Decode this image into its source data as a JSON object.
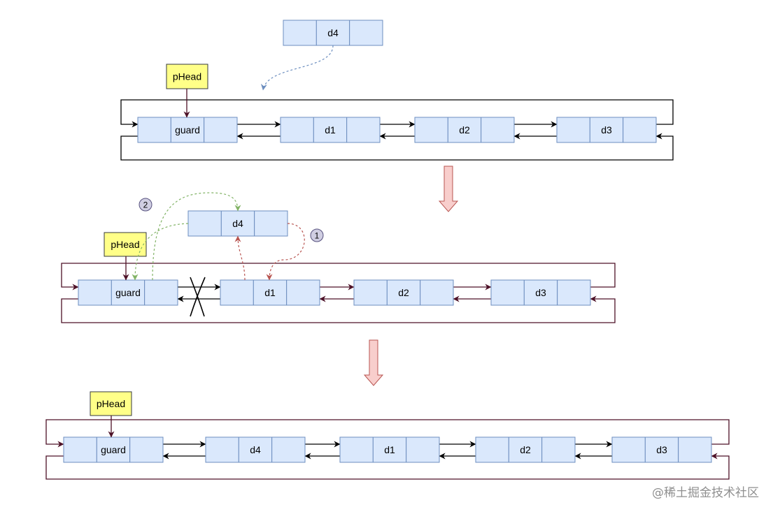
{
  "stage_before": {
    "pointer_label": "pHead",
    "new_node": "d4",
    "list": [
      "guard",
      "d1",
      "d2",
      "d3"
    ]
  },
  "stage_linking": {
    "pointer_label": "pHead",
    "new_node": "d4",
    "list": [
      "guard",
      "d1",
      "d2",
      "d3"
    ],
    "step_markers": [
      "2",
      "1"
    ]
  },
  "stage_after": {
    "pointer_label": "pHead",
    "list": [
      "guard",
      "d4",
      "d1",
      "d2",
      "d3"
    ]
  },
  "colors": {
    "node_fill": "#dae8fc",
    "node_stroke": "#6c8ebf",
    "pointer_fill": "#ffff88",
    "pointer_stroke": "#36393d",
    "link_black": "#000000",
    "link_maroon": "#4d1127",
    "step_one_dashed": "#b85450",
    "step_two_dashed": "#82b366",
    "move_dashed": "#6c8ebf",
    "transition_arrow_fill": "#f8cecc",
    "transition_arrow_stroke": "#b85450",
    "marker_fill": "#d0cee2",
    "marker_stroke": "#56517e"
  },
  "watermark": "@稀土掘金技术社区"
}
